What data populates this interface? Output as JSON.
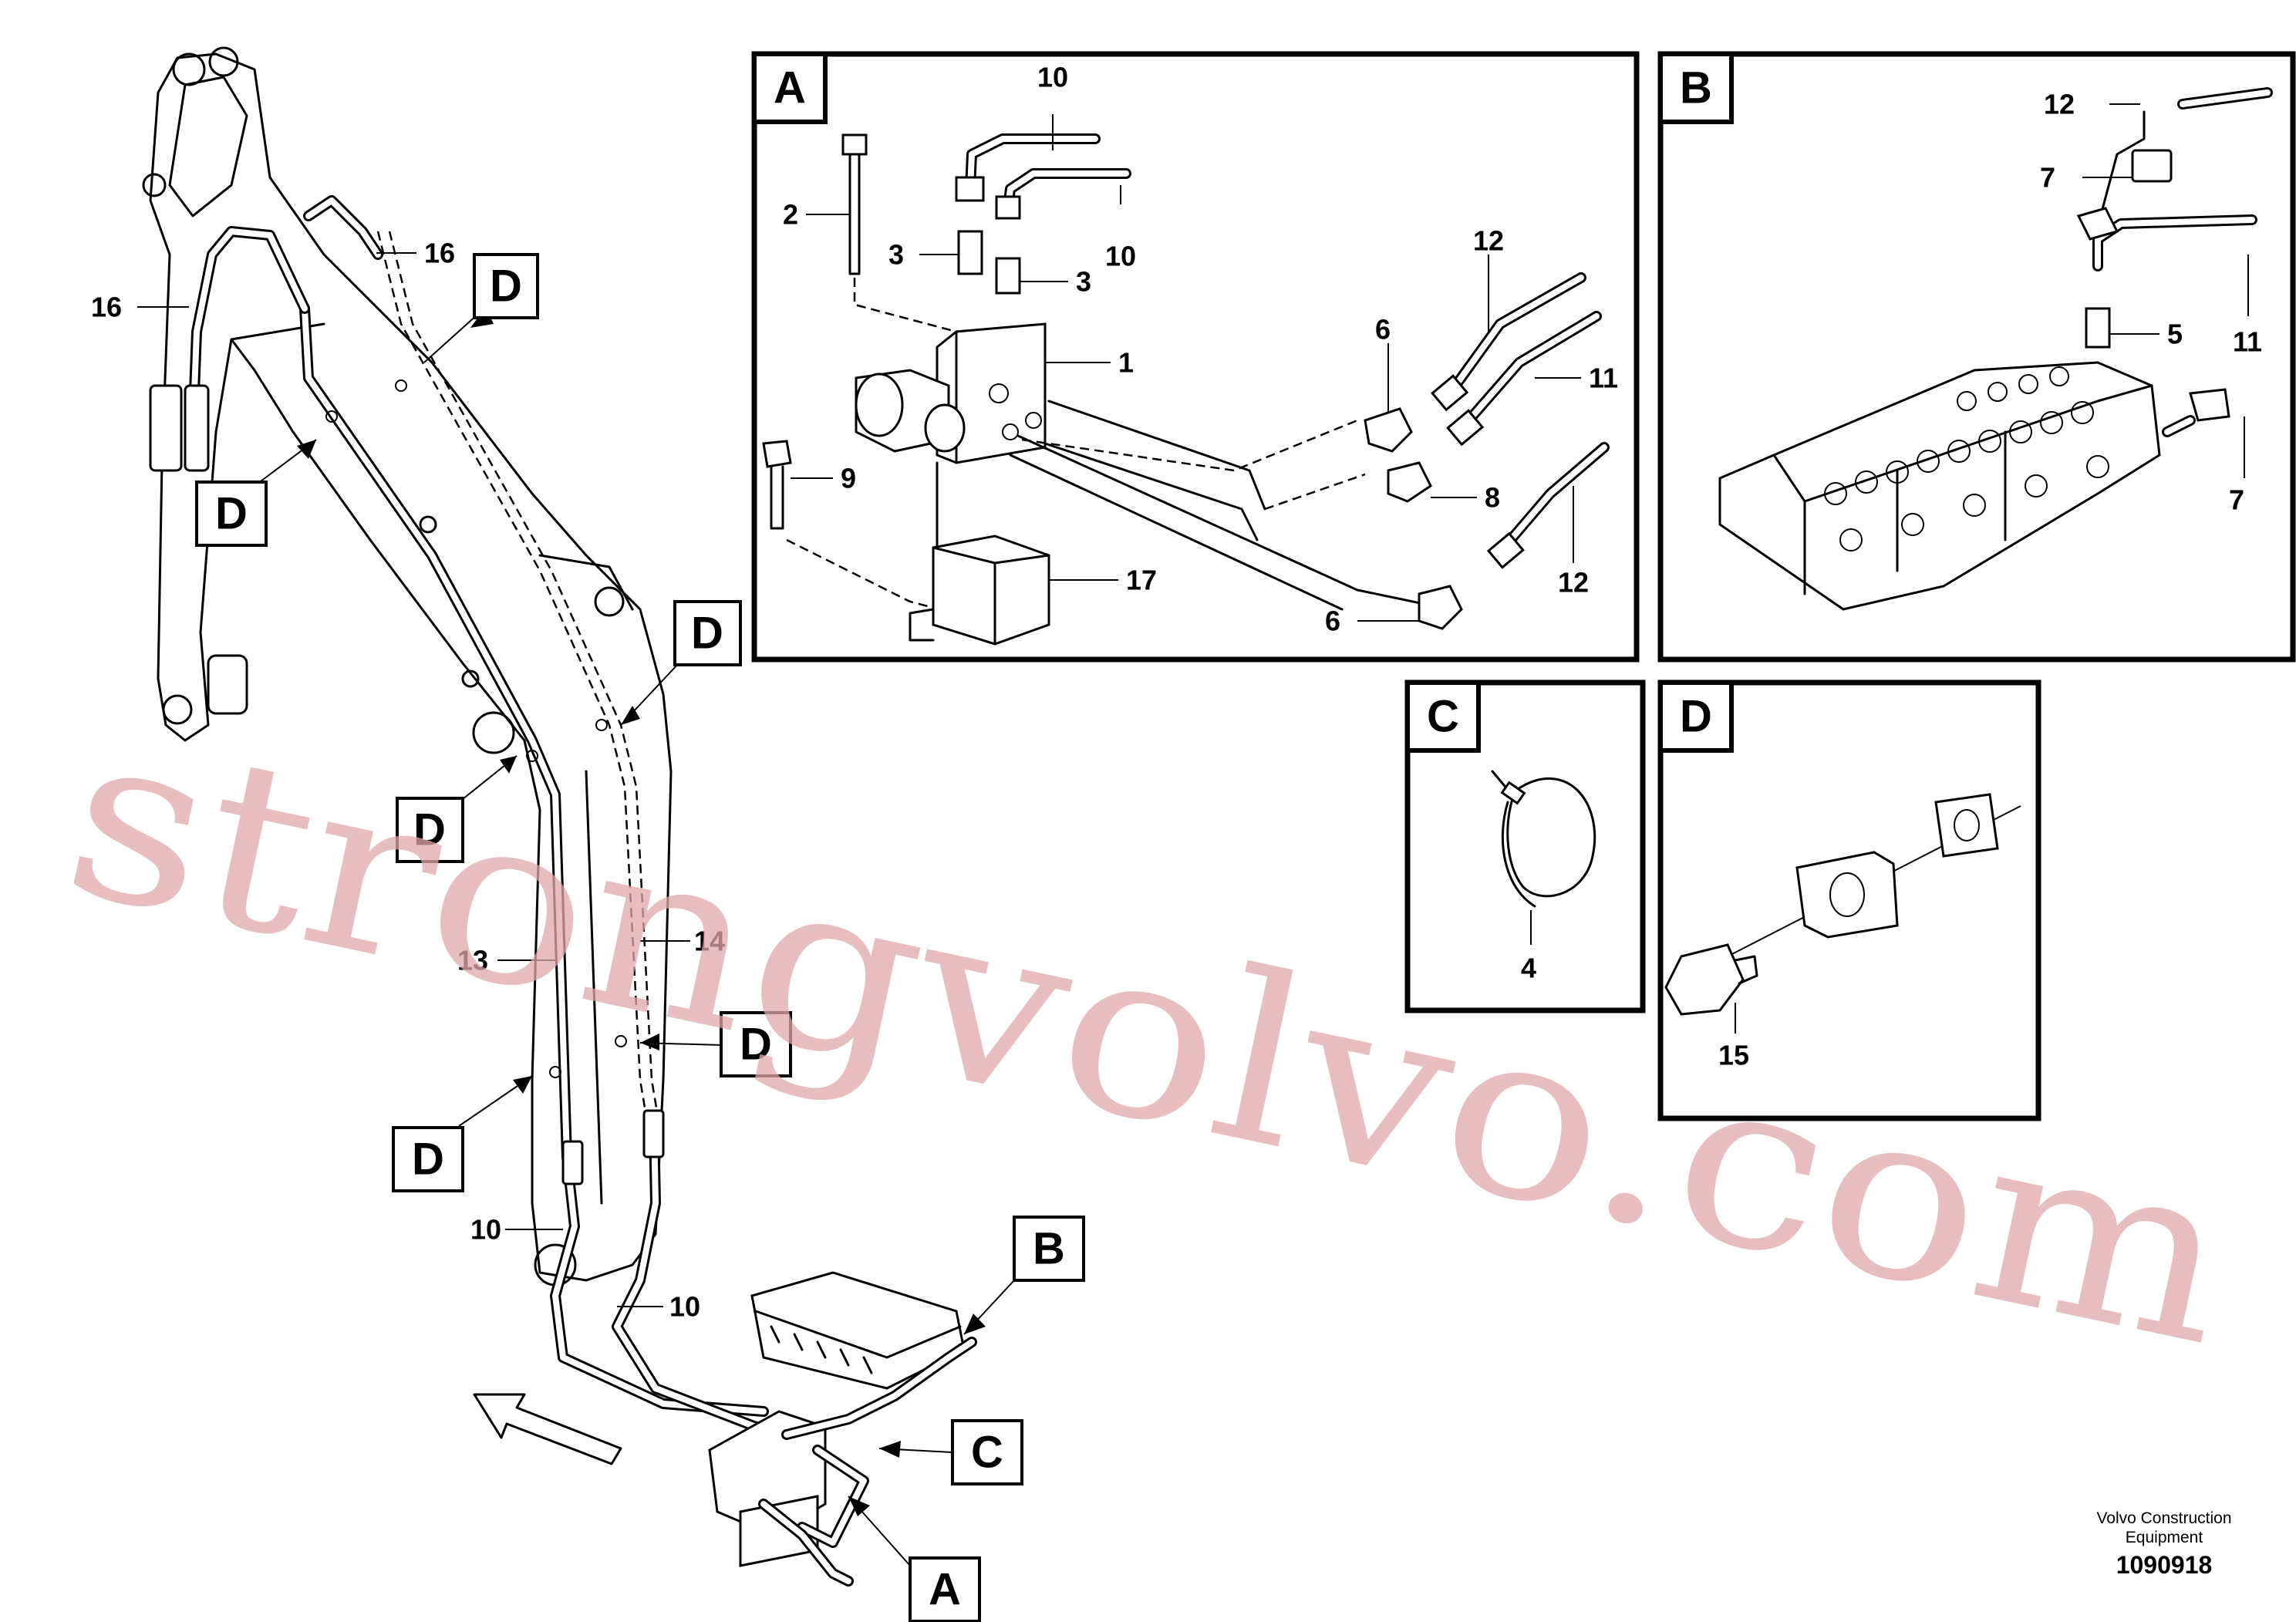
{
  "view_tags": {
    "A": "A",
    "B": "B",
    "C": "C",
    "D": "D"
  },
  "overview_callouts": [
    "16",
    "16",
    "13",
    "14",
    "10",
    "10"
  ],
  "panel_a_callouts": [
    "10",
    "10",
    "2",
    "3",
    "3",
    "1",
    "12",
    "6",
    "11",
    "9",
    "8",
    "17",
    "12",
    "6"
  ],
  "panel_b_callouts": [
    "12",
    "7",
    "5",
    "11",
    "7"
  ],
  "panel_c_callouts": [
    "4"
  ],
  "panel_d_callouts": [
    "15"
  ],
  "watermark": "strongvolvo.com",
  "footer": {
    "brand_line1": "Volvo Construction",
    "brand_line2": "Equipment",
    "drawing_number": "1090918"
  }
}
